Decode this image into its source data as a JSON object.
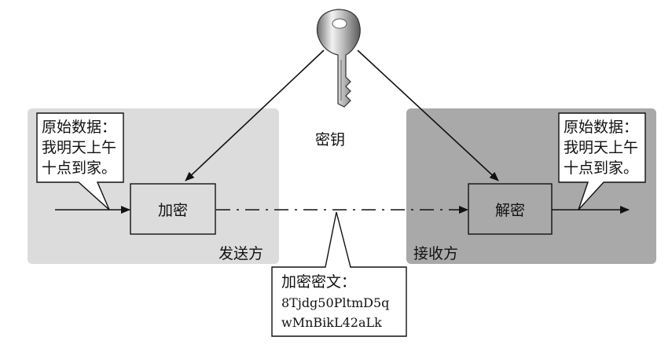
{
  "sender": {
    "zone_label": "发送方",
    "zone_color": "#dcdcdc",
    "callout_title": "原始数据：",
    "callout_line1": "我明天上午",
    "callout_line2": "十点到家。",
    "process_label": "加密"
  },
  "receiver": {
    "zone_label": "接收方",
    "zone_color": "#a9a9a9",
    "callout_title": "原始数据：",
    "callout_line1": "我明天上午",
    "callout_line2": "十点到家。",
    "process_label": "解密"
  },
  "key": {
    "label": "密钥",
    "icon": "key-icon"
  },
  "ciphertext": {
    "title": "加密密文：",
    "line1": "8Tjdg50PltmD5q",
    "line2": "wMnBikL42aLk"
  }
}
